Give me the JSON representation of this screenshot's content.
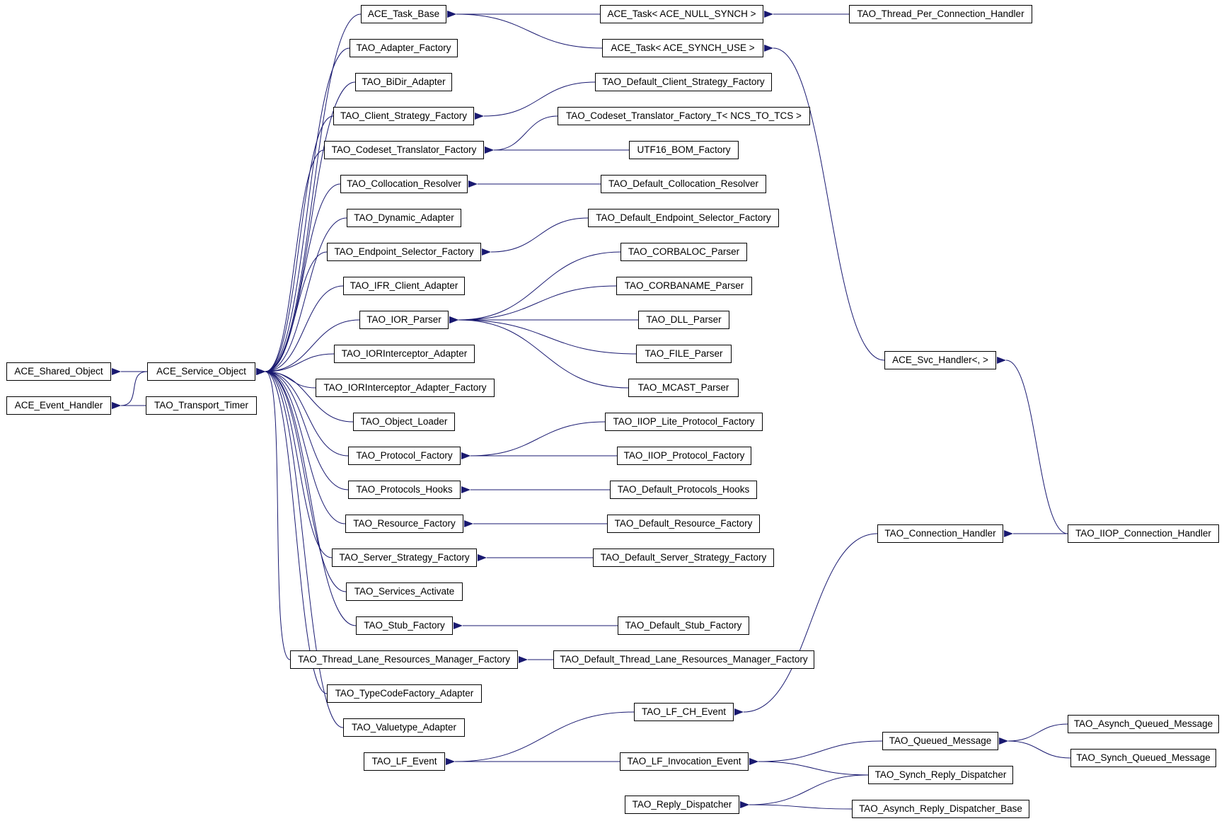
{
  "colors": {
    "edge": "#191970",
    "box_border": "#000000",
    "background": "#ffffff"
  },
  "nodes": {
    "ace_shared_object": "ACE_Shared_Object",
    "ace_event_handler": "ACE_Event_Handler",
    "ace_service_object": "ACE_Service_Object",
    "tao_transport_timer": "TAO_Transport_Timer",
    "ace_task_base": "ACE_Task_Base",
    "tao_adapter_factory": "TAO_Adapter_Factory",
    "tao_bidir_adapter": "TAO_BiDir_Adapter",
    "tao_client_strategy_factory": "TAO_Client_Strategy_Factory",
    "tao_codeset_translator_factory": "TAO_Codeset_Translator_Factory",
    "tao_collocation_resolver": "TAO_Collocation_Resolver",
    "tao_dynamic_adapter": "TAO_Dynamic_Adapter",
    "tao_endpoint_selector_factory": "TAO_Endpoint_Selector_Factory",
    "tao_ifr_client_adapter": "TAO_IFR_Client_Adapter",
    "tao_ior_parser": "TAO_IOR_Parser",
    "tao_iorinterceptor_adapter": "TAO_IORInterceptor_Adapter",
    "tao_iorinterceptor_adapter_factory": "TAO_IORInterceptor_Adapter_Factory",
    "tao_object_loader": "TAO_Object_Loader",
    "tao_protocol_factory": "TAO_Protocol_Factory",
    "tao_protocols_hooks": "TAO_Protocols_Hooks",
    "tao_resource_factory": "TAO_Resource_Factory",
    "tao_server_strategy_factory": "TAO_Server_Strategy_Factory",
    "tao_services_activate": "TAO_Services_Activate",
    "tao_stub_factory": "TAO_Stub_Factory",
    "tao_thread_lane_resources_manager_factory": "TAO_Thread_Lane_Resources_Manager_Factory",
    "tao_typecodefactory_adapter": "TAO_TypeCodeFactory_Adapter",
    "tao_valuetype_adapter": "TAO_Valuetype_Adapter",
    "tao_lf_event": "TAO_LF_Event",
    "tao_reply_dispatcher": "TAO_Reply_Dispatcher",
    "ace_task_null_synch": "ACE_Task< ACE_NULL_SYNCH >",
    "ace_task_synch_use": "ACE_Task< ACE_SYNCH_USE >",
    "tao_default_client_strategy_factory": "TAO_Default_Client_Strategy_Factory",
    "tao_codeset_translator_factory_t": "TAO_Codeset_Translator_Factory_T< NCS_TO_TCS >",
    "utf16_bom_factory": "UTF16_BOM_Factory",
    "tao_default_collocation_resolver": "TAO_Default_Collocation_Resolver",
    "tao_default_endpoint_selector_factory": "TAO_Default_Endpoint_Selector_Factory",
    "tao_corbaloc_parser": "TAO_CORBALOC_Parser",
    "tao_corbaname_parser": "TAO_CORBANAME_Parser",
    "tao_dll_parser": "TAO_DLL_Parser",
    "tao_file_parser": "TAO_FILE_Parser",
    "tao_mcast_parser": "TAO_MCAST_Parser",
    "tao_iiop_lite_protocol_factory": "TAO_IIOP_Lite_Protocol_Factory",
    "tao_iiop_protocol_factory": "TAO_IIOP_Protocol_Factory",
    "tao_default_protocols_hooks": "TAO_Default_Protocols_Hooks",
    "tao_default_resource_factory": "TAO_Default_Resource_Factory",
    "tao_default_server_strategy_factory": "TAO_Default_Server_Strategy_Factory",
    "tao_default_stub_factory": "TAO_Default_Stub_Factory",
    "tao_default_thread_lane_resources_manager_factory": "TAO_Default_Thread_Lane_Resources_Manager_Factory",
    "tao_lf_ch_event": "TAO_LF_CH_Event",
    "tao_lf_invocation_event": "TAO_LF_Invocation_Event",
    "tao_thread_per_connection_handler": "TAO_Thread_Per_Connection_Handler",
    "ace_svc_handler": "ACE_Svc_Handler<, >",
    "tao_connection_handler": "TAO_Connection_Handler",
    "tao_queued_message": "TAO_Queued_Message",
    "tao_synch_reply_dispatcher": "TAO_Synch_Reply_Dispatcher",
    "tao_asynch_reply_dispatcher_base": "TAO_Asynch_Reply_Dispatcher_Base",
    "tao_iiop_connection_handler": "TAO_IIOP_Connection_Handler",
    "tao_asynch_queued_message": "TAO_Asynch_Queued_Message",
    "tao_synch_queued_message": "TAO_Synch_Queued_Message"
  },
  "edges": [
    [
      "ace_service_object",
      "ace_shared_object"
    ],
    [
      "ace_service_object",
      "ace_event_handler"
    ],
    [
      "tao_transport_timer",
      "ace_event_handler"
    ],
    [
      "ace_task_base",
      "ace_service_object"
    ],
    [
      "tao_adapter_factory",
      "ace_service_object"
    ],
    [
      "tao_bidir_adapter",
      "ace_service_object"
    ],
    [
      "tao_client_strategy_factory",
      "ace_service_object"
    ],
    [
      "tao_codeset_translator_factory",
      "ace_service_object"
    ],
    [
      "tao_collocation_resolver",
      "ace_service_object"
    ],
    [
      "tao_dynamic_adapter",
      "ace_service_object"
    ],
    [
      "tao_endpoint_selector_factory",
      "ace_service_object"
    ],
    [
      "tao_ifr_client_adapter",
      "ace_service_object"
    ],
    [
      "tao_ior_parser",
      "ace_service_object"
    ],
    [
      "tao_iorinterceptor_adapter",
      "ace_service_object"
    ],
    [
      "tao_iorinterceptor_adapter_factory",
      "ace_service_object"
    ],
    [
      "tao_object_loader",
      "ace_service_object"
    ],
    [
      "tao_protocol_factory",
      "ace_service_object"
    ],
    [
      "tao_protocols_hooks",
      "ace_service_object"
    ],
    [
      "tao_resource_factory",
      "ace_service_object"
    ],
    [
      "tao_server_strategy_factory",
      "ace_service_object"
    ],
    [
      "tao_services_activate",
      "ace_service_object"
    ],
    [
      "tao_stub_factory",
      "ace_service_object"
    ],
    [
      "tao_thread_lane_resources_manager_factory",
      "ace_service_object"
    ],
    [
      "tao_typecodefactory_adapter",
      "ace_service_object"
    ],
    [
      "tao_valuetype_adapter",
      "ace_service_object"
    ],
    [
      "ace_task_null_synch",
      "ace_task_base"
    ],
    [
      "ace_task_synch_use",
      "ace_task_base"
    ],
    [
      "tao_thread_per_connection_handler",
      "ace_task_null_synch"
    ],
    [
      "ace_svc_handler",
      "ace_task_synch_use"
    ],
    [
      "tao_iiop_connection_handler",
      "ace_svc_handler"
    ],
    [
      "tao_iiop_connection_handler",
      "tao_connection_handler"
    ],
    [
      "tao_connection_handler",
      "tao_lf_ch_event"
    ],
    [
      "tao_default_client_strategy_factory",
      "tao_client_strategy_factory"
    ],
    [
      "tao_codeset_translator_factory_t",
      "tao_codeset_translator_factory"
    ],
    [
      "utf16_bom_factory",
      "tao_codeset_translator_factory"
    ],
    [
      "tao_default_collocation_resolver",
      "tao_collocation_resolver"
    ],
    [
      "tao_default_endpoint_selector_factory",
      "tao_endpoint_selector_factory"
    ],
    [
      "tao_corbaloc_parser",
      "tao_ior_parser"
    ],
    [
      "tao_corbaname_parser",
      "tao_ior_parser"
    ],
    [
      "tao_dll_parser",
      "tao_ior_parser"
    ],
    [
      "tao_file_parser",
      "tao_ior_parser"
    ],
    [
      "tao_mcast_parser",
      "tao_ior_parser"
    ],
    [
      "tao_iiop_lite_protocol_factory",
      "tao_protocol_factory"
    ],
    [
      "tao_iiop_protocol_factory",
      "tao_protocol_factory"
    ],
    [
      "tao_default_protocols_hooks",
      "tao_protocols_hooks"
    ],
    [
      "tao_default_resource_factory",
      "tao_resource_factory"
    ],
    [
      "tao_default_server_strategy_factory",
      "tao_server_strategy_factory"
    ],
    [
      "tao_default_stub_factory",
      "tao_stub_factory"
    ],
    [
      "tao_default_thread_lane_resources_manager_factory",
      "tao_thread_lane_resources_manager_factory"
    ],
    [
      "tao_lf_ch_event",
      "tao_lf_event"
    ],
    [
      "tao_lf_invocation_event",
      "tao_lf_event"
    ],
    [
      "tao_queued_message",
      "tao_lf_invocation_event"
    ],
    [
      "tao_synch_reply_dispatcher",
      "tao_lf_invocation_event"
    ],
    [
      "tao_synch_reply_dispatcher",
      "tao_reply_dispatcher"
    ],
    [
      "tao_asynch_reply_dispatcher_base",
      "tao_reply_dispatcher"
    ],
    [
      "tao_asynch_queued_message",
      "tao_queued_message"
    ],
    [
      "tao_synch_queued_message",
      "tao_queued_message"
    ]
  ]
}
